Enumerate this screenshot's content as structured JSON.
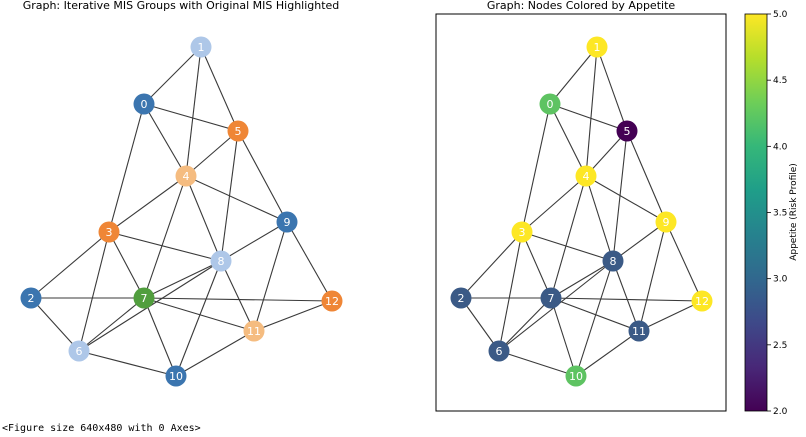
{
  "left_graph": {
    "title": "Graph: Iterative MIS Groups with Original MIS Highlighted",
    "nodes": [
      {
        "id": "0",
        "color": "#3b75af"
      },
      {
        "id": "1",
        "color": "#aec7e8"
      },
      {
        "id": "2",
        "color": "#3b75af"
      },
      {
        "id": "3",
        "color": "#ef8636"
      },
      {
        "id": "4",
        "color": "#f5bc80"
      },
      {
        "id": "5",
        "color": "#ef8636"
      },
      {
        "id": "6",
        "color": "#aec7e8"
      },
      {
        "id": "7",
        "color": "#519e3e"
      },
      {
        "id": "8",
        "color": "#aec7e8"
      },
      {
        "id": "9",
        "color": "#3b75af"
      },
      {
        "id": "10",
        "color": "#3b75af"
      },
      {
        "id": "11",
        "color": "#f5bc80"
      },
      {
        "id": "12",
        "color": "#ef8636"
      }
    ]
  },
  "right_graph": {
    "title": "Graph: Nodes Colored by Appetite",
    "nodes": [
      {
        "id": "0",
        "color": "#5ec362"
      },
      {
        "id": "1",
        "color": "#fde725"
      },
      {
        "id": "2",
        "color": "#3b5a86"
      },
      {
        "id": "3",
        "color": "#fde725"
      },
      {
        "id": "4",
        "color": "#fde725"
      },
      {
        "id": "5",
        "color": "#440154"
      },
      {
        "id": "6",
        "color": "#3b5a86"
      },
      {
        "id": "7",
        "color": "#3b5a86"
      },
      {
        "id": "8",
        "color": "#3b5a86"
      },
      {
        "id": "9",
        "color": "#fde725"
      },
      {
        "id": "10",
        "color": "#5ec362"
      },
      {
        "id": "11",
        "color": "#3b5a86"
      },
      {
        "id": "12",
        "color": "#fde725"
      }
    ]
  },
  "edges": [
    [
      "0",
      "1"
    ],
    [
      "0",
      "5"
    ],
    [
      "0",
      "4"
    ],
    [
      "0",
      "3"
    ],
    [
      "1",
      "5"
    ],
    [
      "1",
      "4"
    ],
    [
      "5",
      "4"
    ],
    [
      "5",
      "9"
    ],
    [
      "5",
      "8"
    ],
    [
      "4",
      "3"
    ],
    [
      "4",
      "8"
    ],
    [
      "4",
      "7"
    ],
    [
      "4",
      "9"
    ],
    [
      "3",
      "2"
    ],
    [
      "3",
      "6"
    ],
    [
      "3",
      "7"
    ],
    [
      "3",
      "8"
    ],
    [
      "9",
      "8"
    ],
    [
      "9",
      "12"
    ],
    [
      "9",
      "11"
    ],
    [
      "8",
      "7"
    ],
    [
      "8",
      "11"
    ],
    [
      "8",
      "10"
    ],
    [
      "8",
      "6"
    ],
    [
      "2",
      "7"
    ],
    [
      "2",
      "6"
    ],
    [
      "7",
      "6"
    ],
    [
      "7",
      "10"
    ],
    [
      "7",
      "11"
    ],
    [
      "6",
      "10"
    ],
    [
      "10",
      "11"
    ],
    [
      "11",
      "12"
    ],
    [
      "7",
      "12"
    ]
  ],
  "colorbar": {
    "label": "Appetite (Risk Profile)",
    "min": 2.0,
    "max": 5.0,
    "ticks": [
      "2.0",
      "2.5",
      "3.0",
      "3.5",
      "4.0",
      "4.5",
      "5.0"
    ],
    "colormap": [
      "#440154",
      "#482878",
      "#3e4989",
      "#31688e",
      "#26828e",
      "#1f9e89",
      "#35b779",
      "#6ece58",
      "#b5de2b",
      "#fde725"
    ]
  },
  "footer": "<Figure size 640x480 with 0 Axes>"
}
